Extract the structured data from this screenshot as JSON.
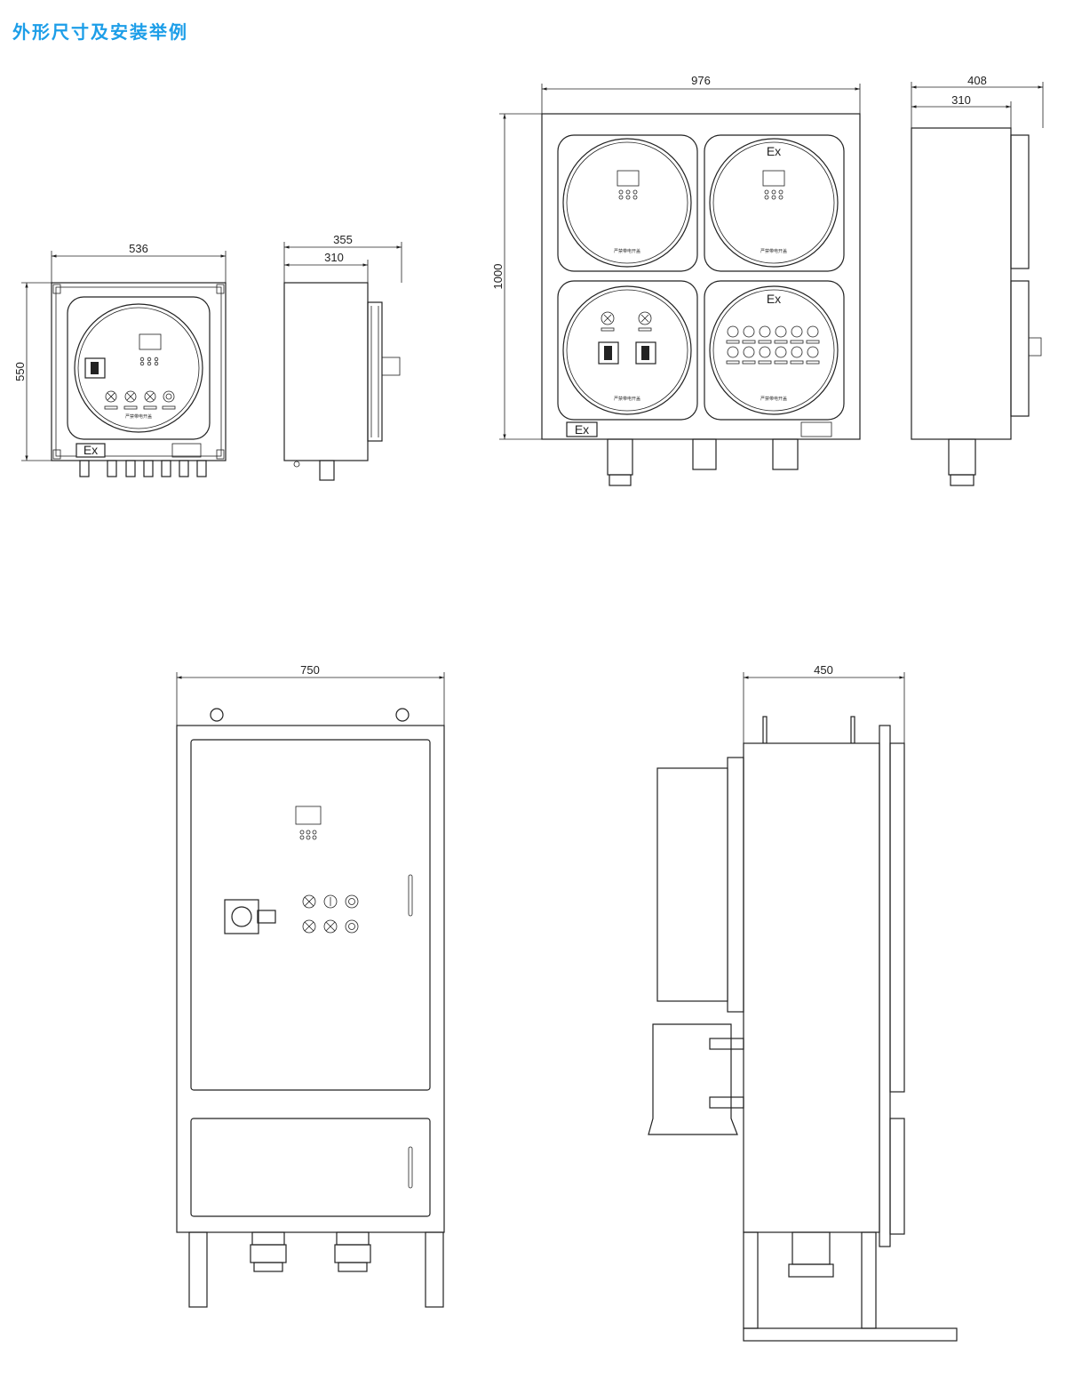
{
  "title": "外形尺寸及安装举例",
  "nameplate": "严禁带电开盖",
  "ex_mark": "Ex",
  "accent_color": "#1d9ee8",
  "views": {
    "small_front": {
      "width": "536",
      "height": "550"
    },
    "small_side": {
      "depth_total": "355",
      "depth_body": "310"
    },
    "large_front": {
      "width": "976",
      "height": "1000"
    },
    "large_side": {
      "depth_total": "408",
      "depth_body": "310"
    },
    "cabinet_front": {
      "width": "750"
    },
    "cabinet_side": {
      "depth": "450"
    }
  }
}
